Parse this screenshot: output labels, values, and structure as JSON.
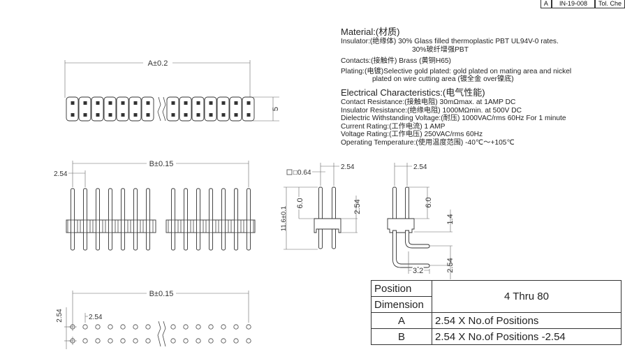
{
  "title_block": {
    "rev": "A",
    "doc_no": "IN-19-008",
    "tol": "Tol. Che"
  },
  "material": {
    "heading": "Material:(材质)",
    "insulator_1": "Insulator:(绝缘体) 30% Glass filled thermoplastic PBT UL94V-0 rates.",
    "insulator_2": "30%玻纤增强PBT",
    "contacts": "Contacts:(接触件) Brass (黄铜H65)",
    "plating_1": "Plating:(电镀)Selective gold plated: gold plated on  mating area and nickel",
    "plating_2": "plated on wire cutting area (镀全金 over镍底)"
  },
  "electrical": {
    "heading": "Electrical Characteristics:(电气性能)",
    "lines": [
      "Contact Resistance:(接触电阻) 30mΩmax. at 1AMP DC",
      "Insulator Resistance:(绝缘电阻) 1000MΩmin. at 500V DC",
      "Dielectric Withstanding Voltage:(耐压) 1000VAC/rms 60Hz For 1 minute",
      "Current Rating:(工作电流) 1 AMP",
      "Voltage Rating:(工作电压) 250VAC/rms 60Hz",
      "Operating Temperature:(使用温度范围) -40℃～+105℃"
    ]
  },
  "drawing": {
    "dim_a": "A±0.2",
    "dim_5": "5",
    "dim_b": "B±0.15",
    "pitch": "2.54",
    "pin_size": "□0.64",
    "total_height": "11.6±0.1",
    "pin_top": "6.0",
    "body_h": "2.54",
    "ra_pitch": "2.54",
    "ra_top": "6.0",
    "ra_14": "1.4",
    "ra_254": "2.54",
    "ra_32": "3.2",
    "bottom_b": "B±0.15",
    "bottom_pitch_v": "2.54",
    "bottom_pitch_h": "2.54"
  },
  "dimension_table": {
    "position_label": "Position",
    "dimension_label": "Dimension",
    "range": "4  Thru  80",
    "rows": [
      {
        "key": "A",
        "value": "2.54 X No.of Positions"
      },
      {
        "key": "B",
        "value": "2.54 X No.of Positions -2.54"
      }
    ]
  }
}
